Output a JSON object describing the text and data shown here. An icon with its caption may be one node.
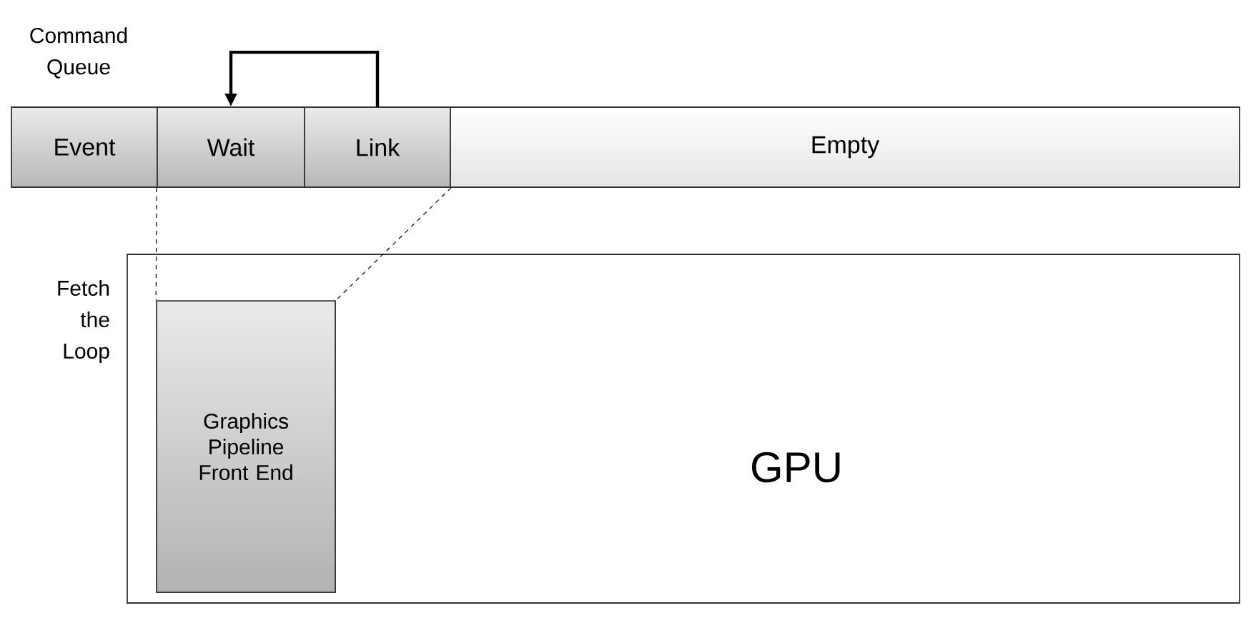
{
  "diagram": {
    "nodes": [
      {
        "text": [
          "Event"
        ]
      },
      {
        "text": [
          "Wait"
        ]
      },
      {
        "text": [
          "Link"
        ]
      },
      {
        "text": [
          "Empty"
        ]
      },
      {
        "text": [
          "GPU"
        ]
      },
      {
        "text": [
          "Graphics Pipeline Front End"
        ],
        "in": 4
      }
    ],
    "edges": [
      {
        "from": 2,
        "to": 1,
        "arrow": "to",
        "style": "thick"
      },
      {
        "from": 1,
        "to": 5,
        "arrow": "none",
        "style": "dashed"
      },
      {
        "from": 2,
        "to": 5,
        "arrow": "none",
        "style": "dashed"
      }
    ],
    "labels": [
      "Command Queue",
      "Fetch the Loop"
    ]
  }
}
